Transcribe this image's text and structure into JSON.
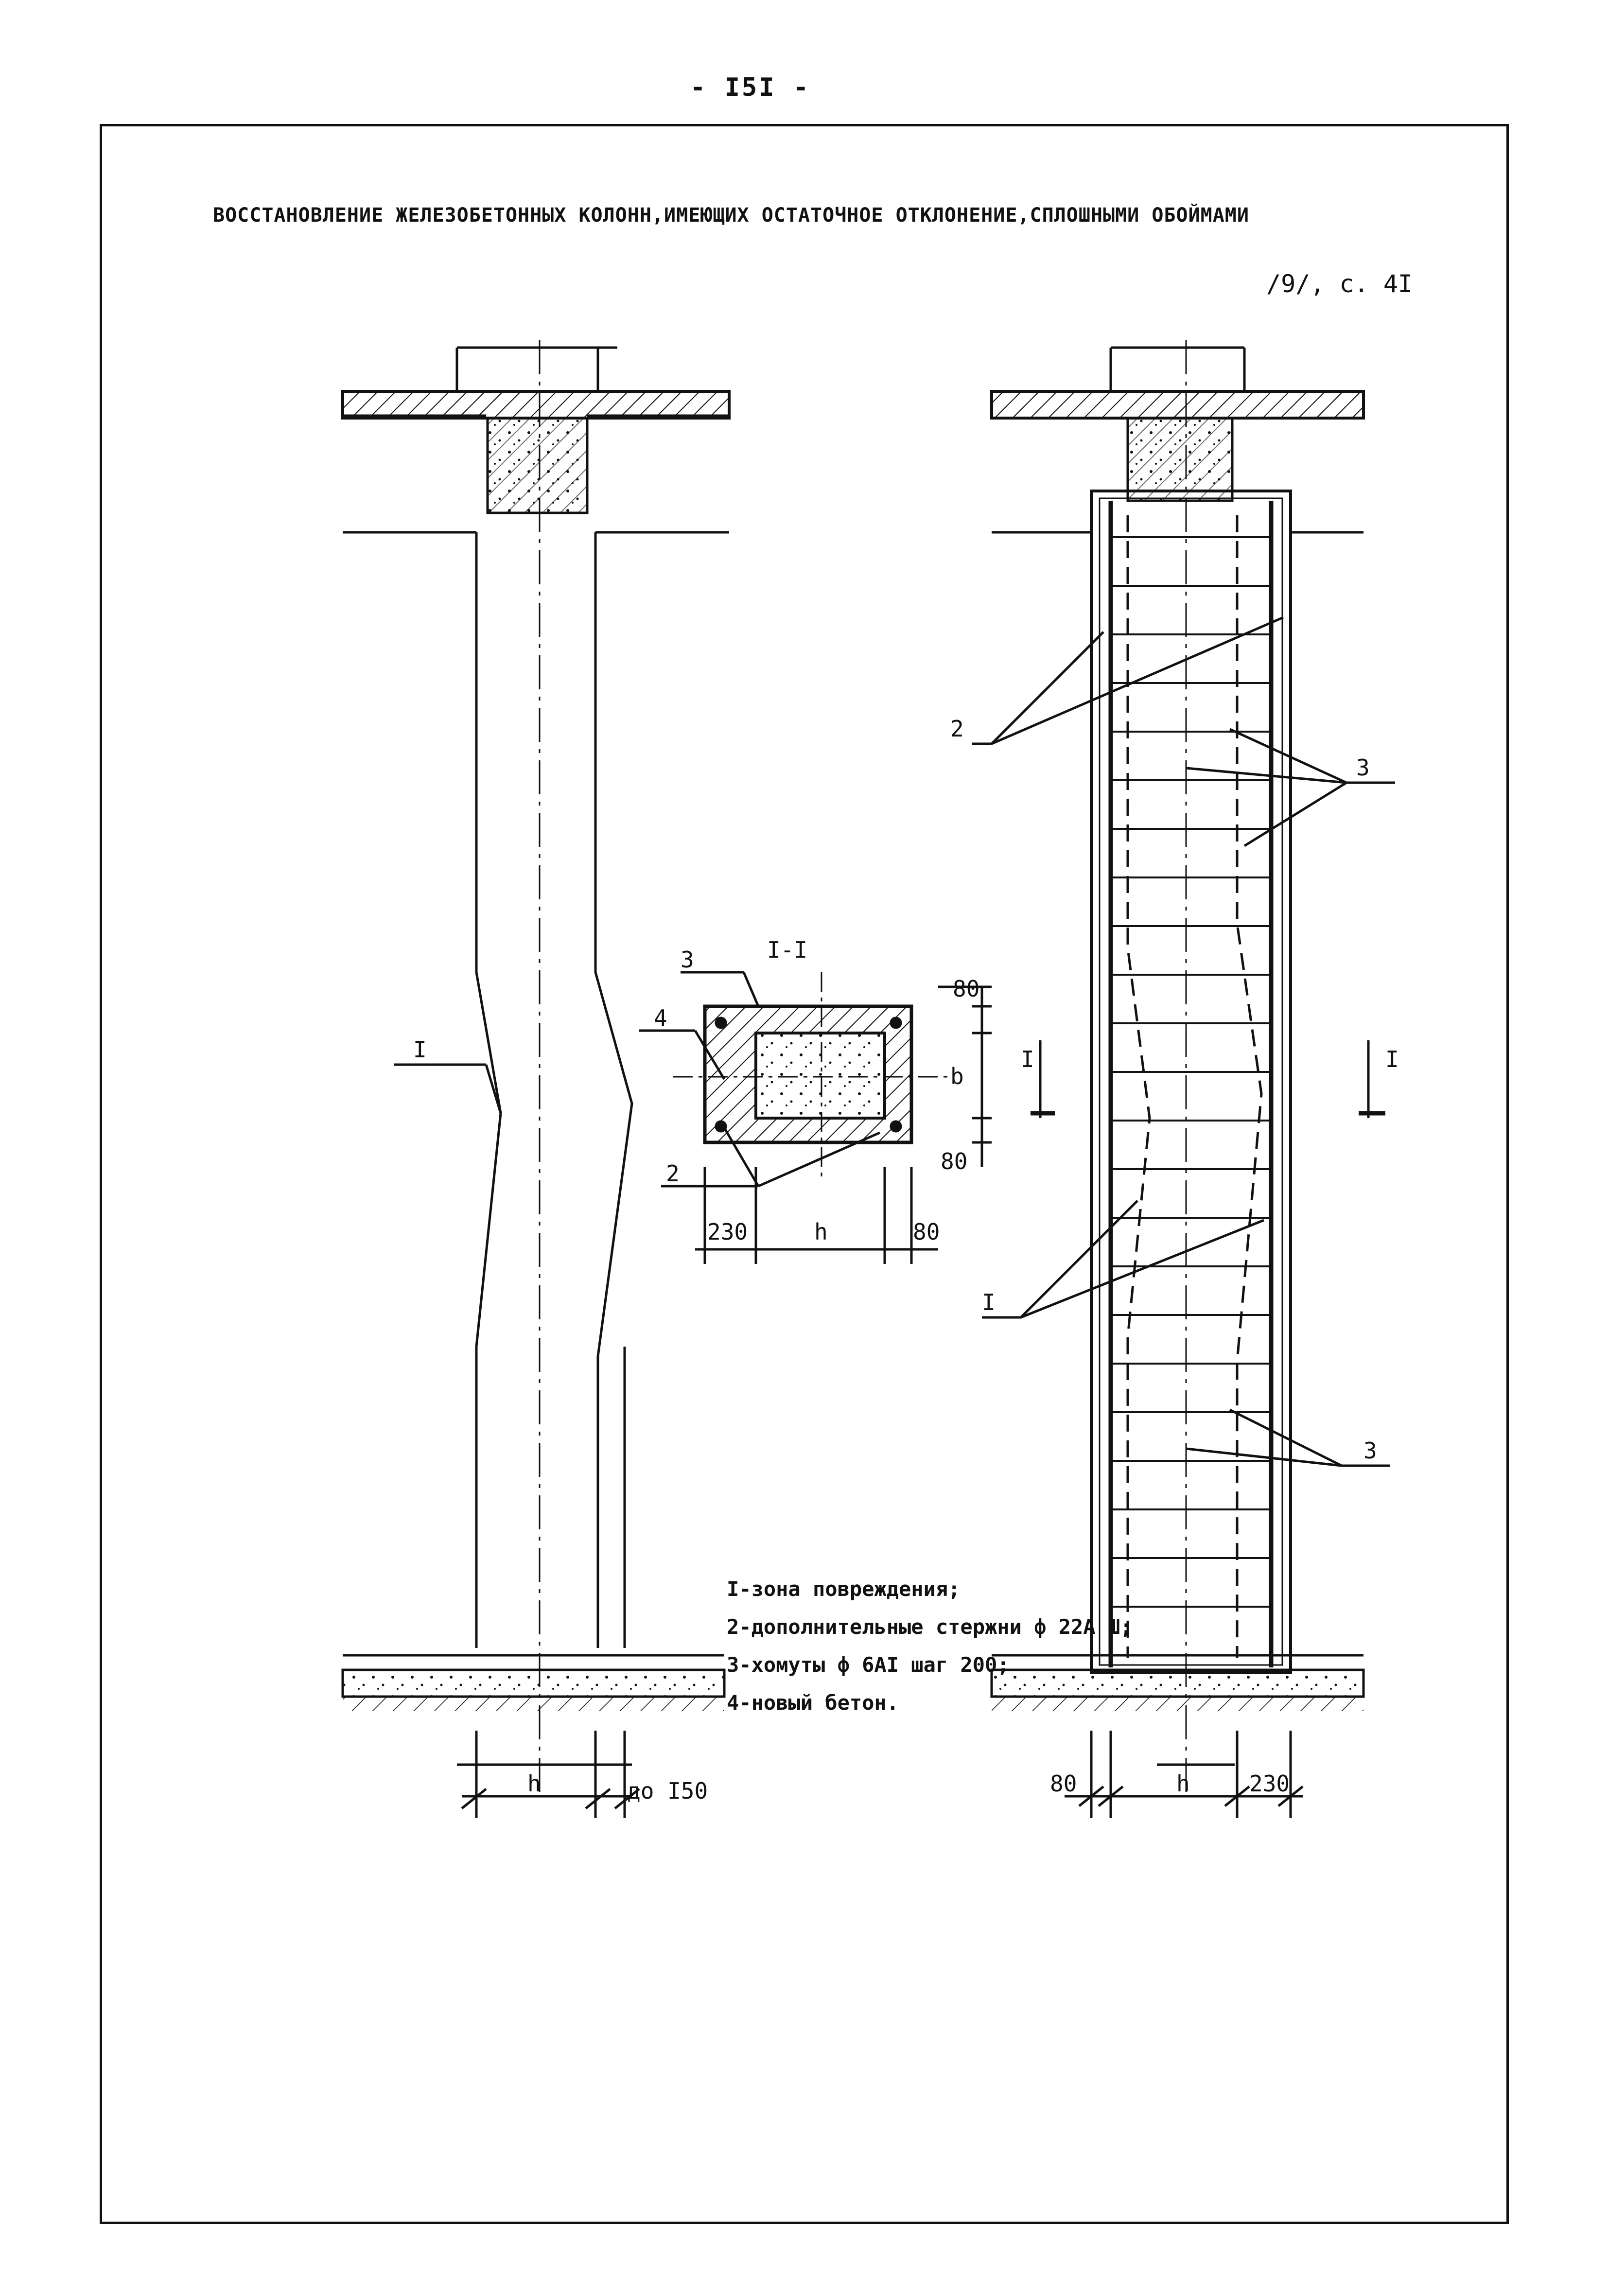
{
  "page_number": "- I5I -",
  "title": "ВОССТАНОВЛЕНИЕ ЖЕЛЕЗОБЕТОННЫХ КОЛОНН,ИМЕЮЩИХ ОСТАТОЧНОЕ ОТКЛОНЕНИЕ,СПЛОШНЫМИ ОБОЙМАМИ",
  "reference": "/9/, с. 4I",
  "left_drawing": {
    "label_damage_zone": "I",
    "dim_h": "h",
    "dim_offset": "до I50"
  },
  "section": {
    "title": "I-I",
    "label_3": "3",
    "label_4": "4",
    "label_2": "2",
    "dim_top": "80",
    "dim_mid": "b",
    "dim_bottom": "80",
    "dim_left": "230",
    "dim_h": "h",
    "dim_right": "80"
  },
  "right_drawing": {
    "label_2": "2",
    "label_3_top": "3",
    "label_I": "I",
    "label_3_bottom": "3",
    "cut_left": "I",
    "cut_right": "I",
    "dim_left": "80",
    "dim_h": "h",
    "dim_right": "230"
  },
  "legend": [
    "I-зона повреждения;",
    "2-дополнительные стержни ф 22А Ш;",
    "3-хомуты ф 6АI шаг 200;",
    "4-новый бетон."
  ]
}
